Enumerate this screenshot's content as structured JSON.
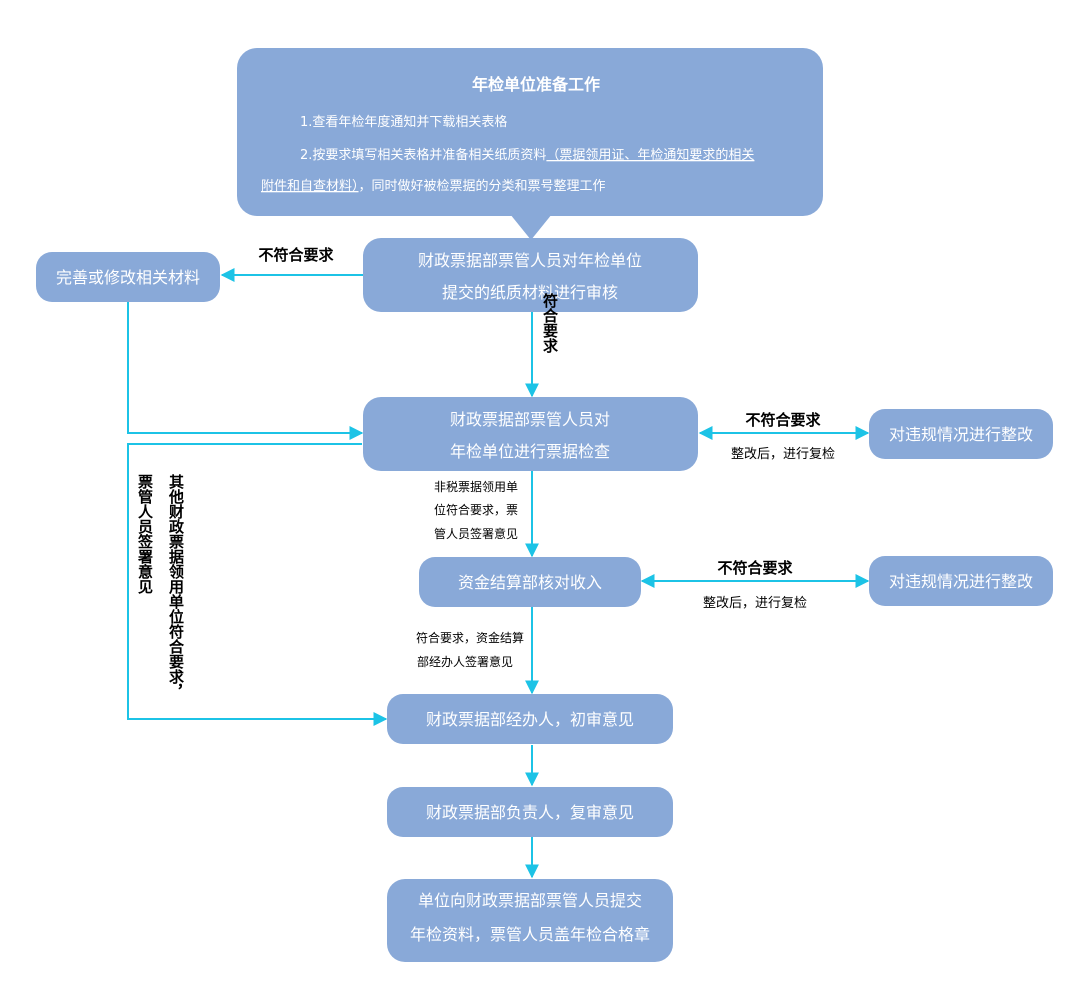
{
  "colors": {
    "box": "#89a9d8",
    "connector": "#1cc3e6",
    "text_on_box": "#ffffff",
    "label": "#000000"
  },
  "prep": {
    "title": "年检单位准备工作",
    "line1": "1.查看年检年度通知并下载相关表格",
    "line2a": "2.按要求填写相关表格并准备相关纸质资料",
    "line2b": "（票据领用证、年检通知要求的相关",
    "line3a": "附件和自查材料）",
    "line3b": "，同时做好被检票据的分类和票号整理工作"
  },
  "nodes": {
    "review": [
      "财政票据部票管人员对年检单位",
      "提交的纸质材料进行审核"
    ],
    "fix_materials": "完善或修改相关材料",
    "inspect": [
      "财政票据部票管人员对",
      "年检单位进行票据检查"
    ],
    "rectify1": "对违规情况进行整改",
    "settlement": "资金结算部核对收入",
    "rectify2": "对违规情况进行整改",
    "first_review": "财政票据部经办人，初审意见",
    "second_review": "财政票据部负责人，复审意见",
    "final": [
      "单位向财政票据部票管人员提交",
      "年检资料，票管人员盖年检合格章"
    ]
  },
  "labels": {
    "not_meet_1": "不符合要求",
    "meets_vertical": "符合要求",
    "not_meet_2": "不符合要求",
    "recheck_1": "整改后，进行复检",
    "nontax": [
      "非税票据领用单",
      "位符合要求，票",
      "管人员签署意见"
    ],
    "not_meet_3": "不符合要求",
    "recheck_2": "整改后，进行复检",
    "settle_ok": [
      "符合要求，资金结算",
      "部经办人签署意见"
    ],
    "left_col1": "票管人员签署意见",
    "left_col2": "其他财政票据领用单位符合要求，"
  }
}
